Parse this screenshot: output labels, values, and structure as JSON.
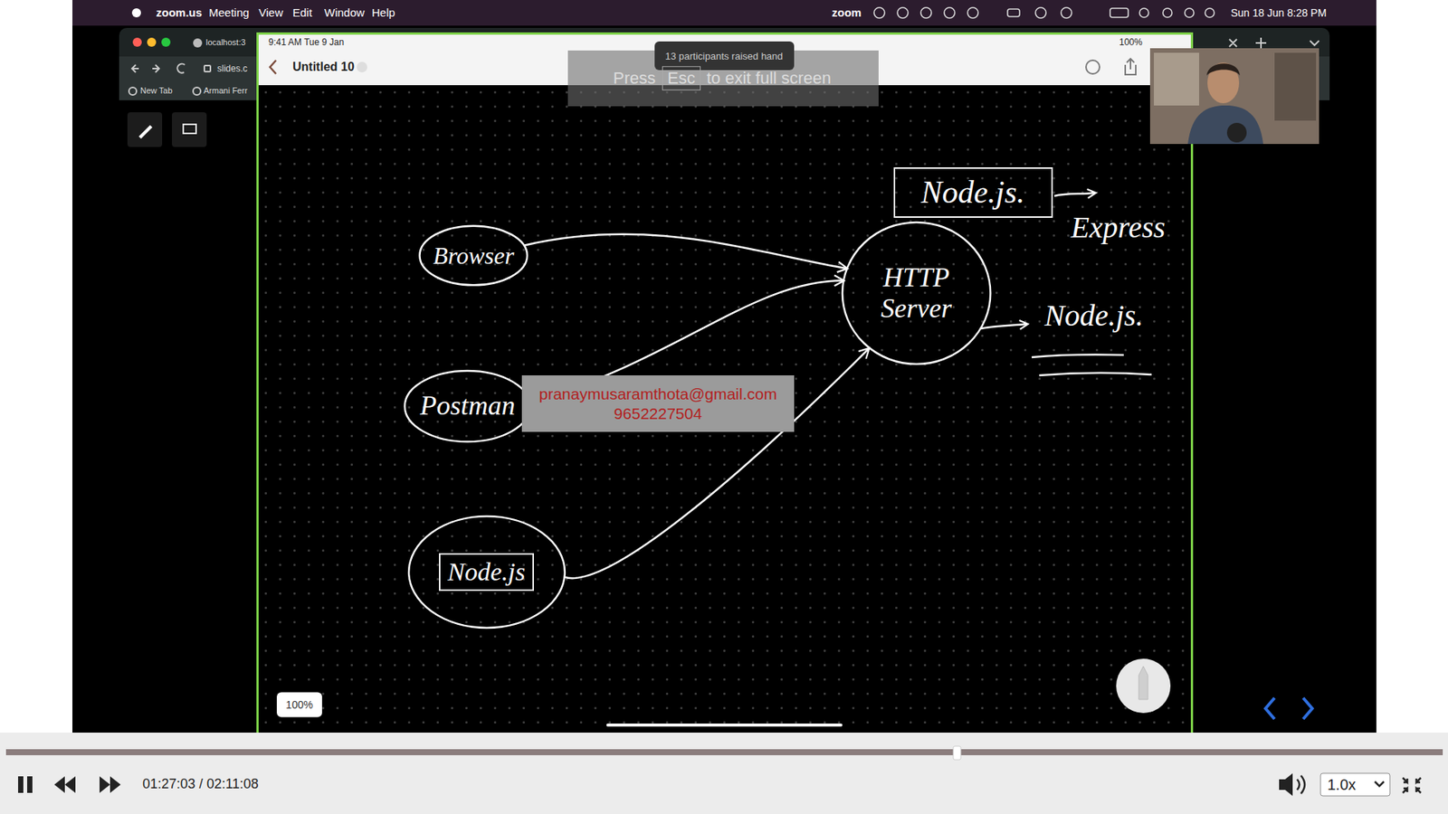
{
  "diagram": {
    "nodes": [
      {
        "text": [
          "Browser"
        ]
      },
      {
        "text": [
          "Postman"
        ]
      },
      {
        "text": [
          "Node.js"
        ]
      },
      {
        "text": [
          "HTTP Server"
        ]
      },
      {
        "text": [
          "Node.js."
        ]
      }
    ],
    "edges": [
      {
        "from": 0,
        "to": 3,
        "arrow": "to"
      },
      {
        "from": 1,
        "to": 3,
        "arrow": "to"
      },
      {
        "from": 2,
        "to": 3,
        "arrow": "to"
      }
    ],
    "labels": [
      "zoom.us",
      "Meeting",
      "View",
      "Edit",
      "Window",
      "Help",
      "zoom",
      "Sun 18 Jun 8:28 PM",
      "localhost:3",
      "slides.c",
      "New Tab",
      "Armani Ferr",
      "9:41 AM Tue 9 Jan",
      "Untitled 10",
      "100%",
      "13 participants raised hand",
      "Press",
      "Esc",
      "to exit full screen",
      "Express",
      "Node.js.",
      "pranaymusaramthota@gmail.com",
      "9652227504",
      "100%",
      "01:27:03 / 02:11:08",
      "1.0x"
    ]
  }
}
